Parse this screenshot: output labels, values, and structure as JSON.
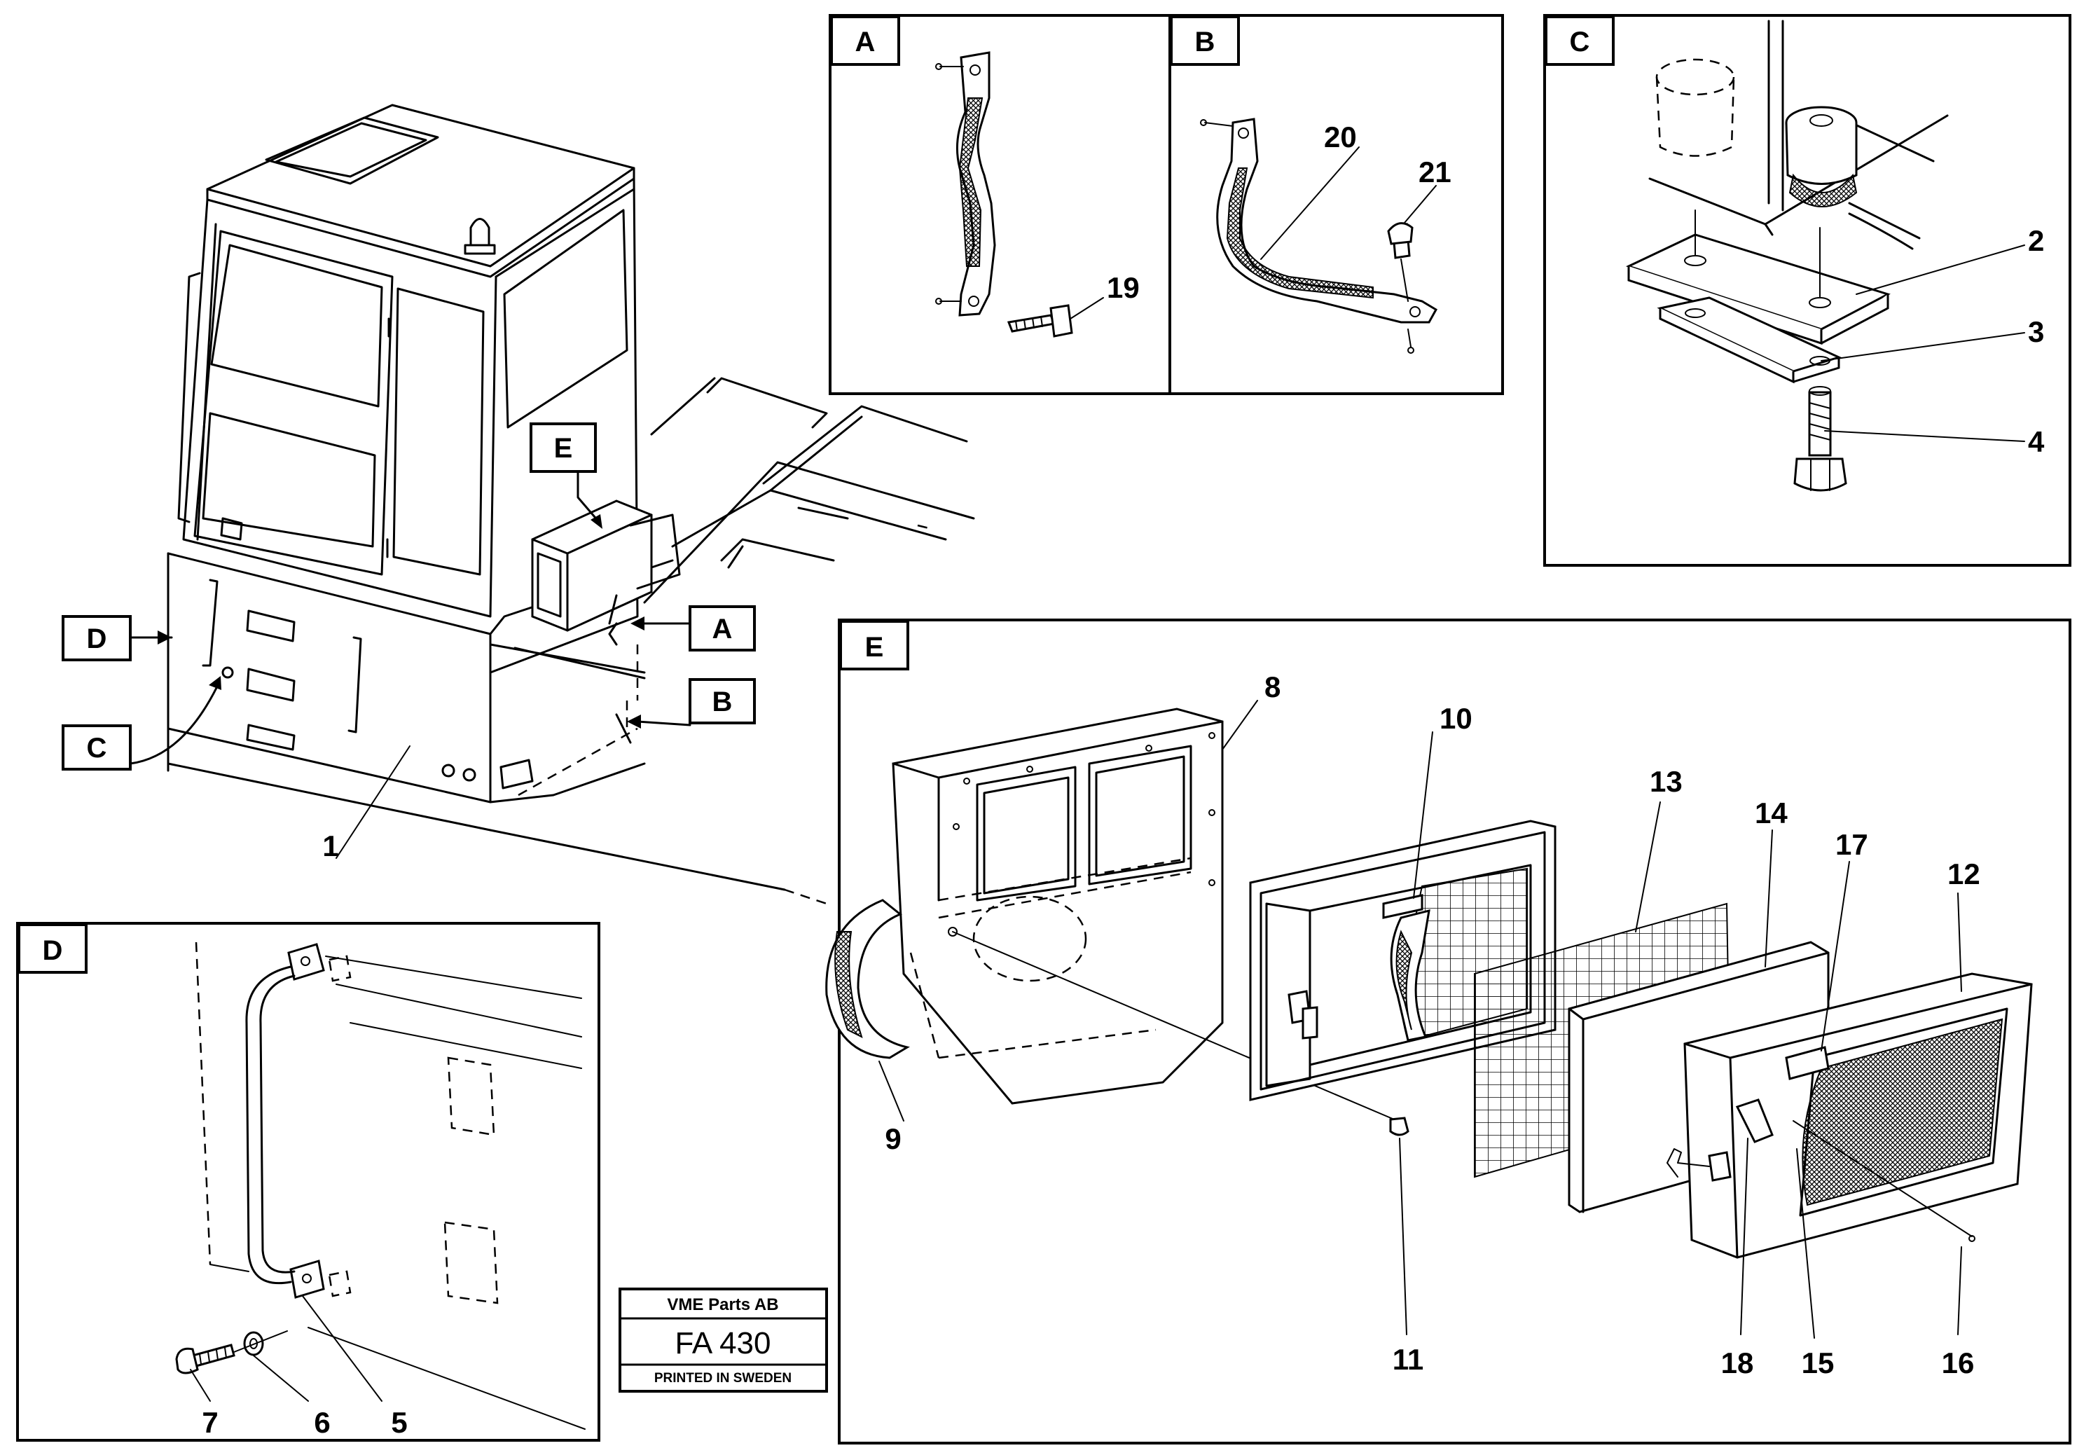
{
  "callouts": {
    "A": "A",
    "B": "B",
    "C": "C",
    "D": "D",
    "E": "E"
  },
  "parts": {
    "p1": "1",
    "p2": "2",
    "p3": "3",
    "p4": "4",
    "p5": "5",
    "p6": "6",
    "p7": "7",
    "p8": "8",
    "p9": "9",
    "p10": "10",
    "p11": "11",
    "p12": "12",
    "p13": "13",
    "p14": "14",
    "p15": "15",
    "p16": "16",
    "p17": "17",
    "p18": "18",
    "p19": "19",
    "p20": "20",
    "p21": "21"
  },
  "title_block": {
    "company": "VME Parts AB",
    "code": "FA 430",
    "printed": "PRINTED IN SWEDEN"
  }
}
